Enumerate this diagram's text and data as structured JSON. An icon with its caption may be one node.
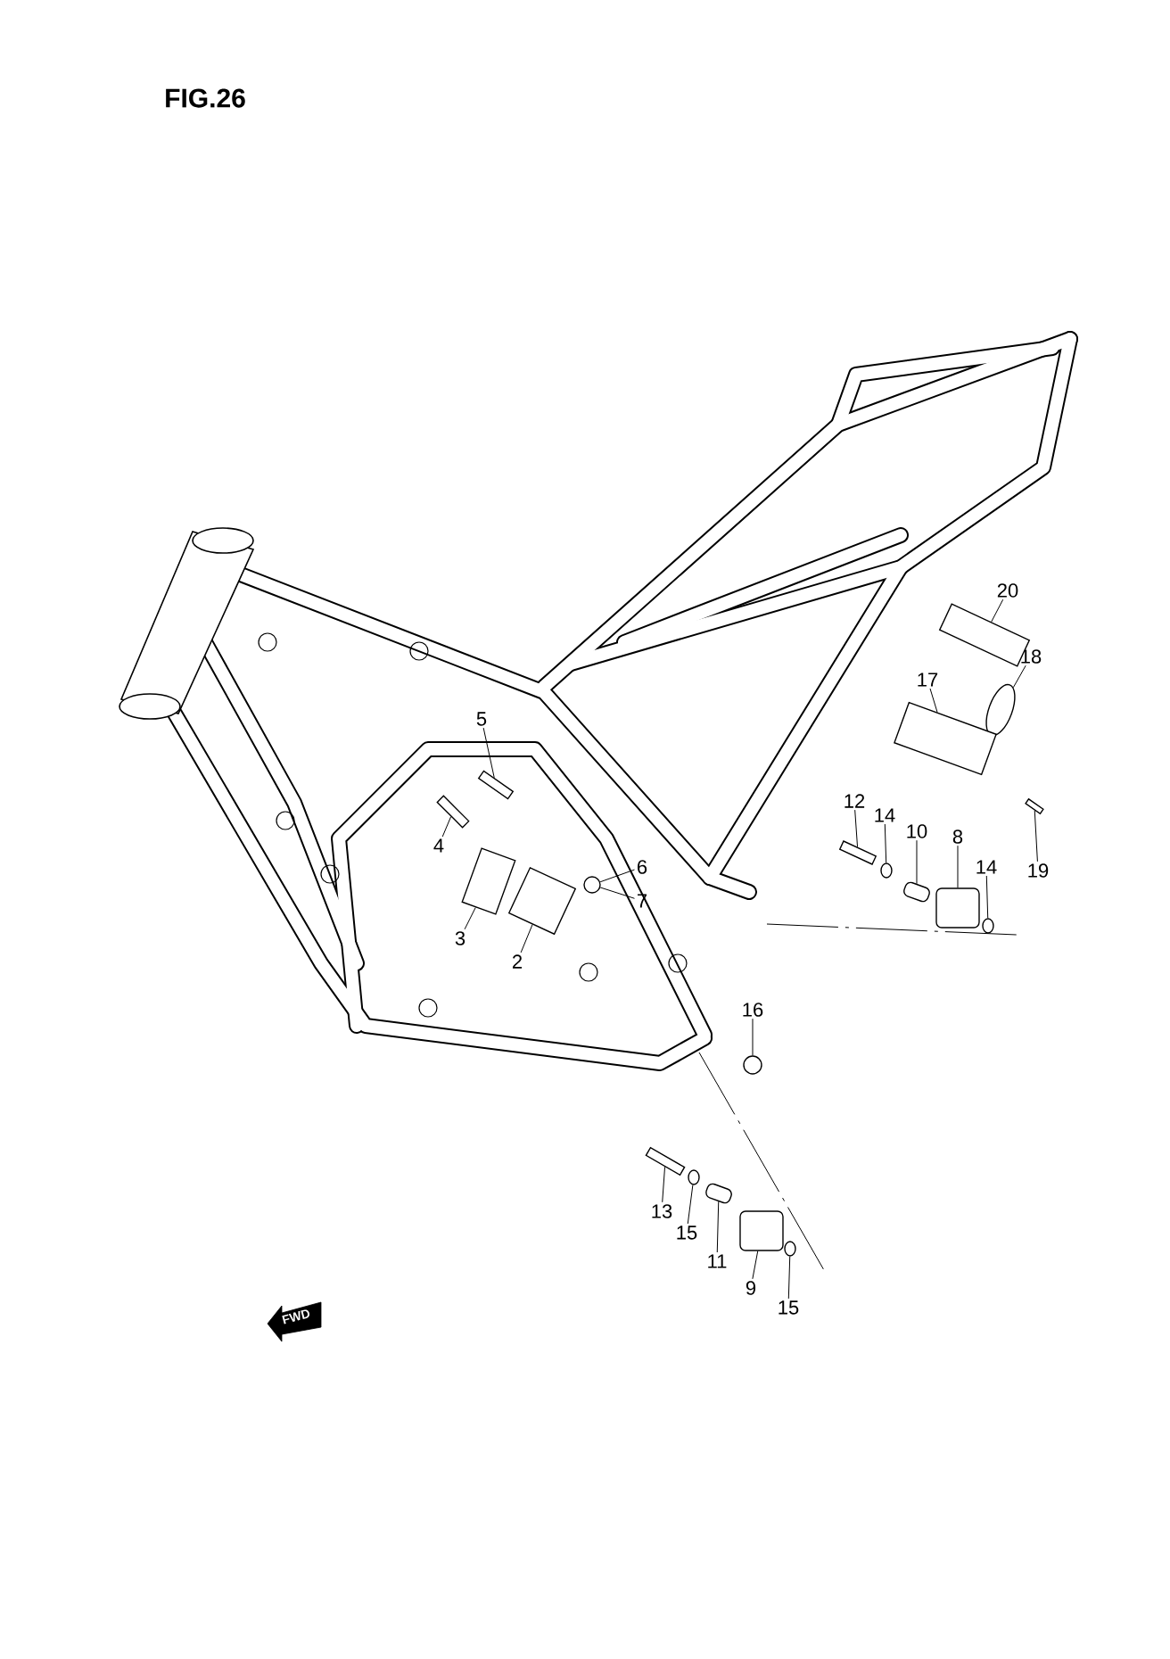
{
  "diagram": {
    "nodes": [
      {
        "text": [
          "20"
        ]
      },
      {
        "text": [
          "18"
        ]
      },
      {
        "text": [
          "17"
        ]
      },
      {
        "text": [
          "5"
        ]
      },
      {
        "text": [
          "12"
        ]
      },
      {
        "text": [
          "14"
        ]
      },
      {
        "text": [
          "10"
        ]
      },
      {
        "text": [
          "8"
        ]
      },
      {
        "text": [
          "4"
        ]
      },
      {
        "text": [
          "6"
        ]
      },
      {
        "text": [
          "19"
        ]
      },
      {
        "text": [
          "14"
        ]
      },
      {
        "text": [
          "7"
        ]
      },
      {
        "text": [
          "3"
        ]
      },
      {
        "text": [
          "2"
        ]
      },
      {
        "text": [
          "16"
        ]
      },
      {
        "text": [
          "13"
        ]
      },
      {
        "text": [
          "15"
        ]
      },
      {
        "text": [
          "11"
        ]
      },
      {
        "text": [
          "9"
        ]
      },
      {
        "text": [
          "15"
        ]
      },
      {
        "text": [],
        "shape": "box"
      },
      {
        "text": [],
        "shape": "circle"
      },
      {
        "text": [],
        "shape": "box"
      },
      {
        "text": [],
        "shape": "bolt"
      },
      {
        "text": [],
        "shape": "bolt"
      },
      {
        "text": [],
        "shape": "circle"
      },
      {
        "text": [],
        "shape": "cylinder"
      },
      {
        "text": [],
        "shape": "cylinder"
      },
      {
        "text": [],
        "shape": "bolt"
      },
      {
        "text": [],
        "shape": "circle"
      },
      {
        "text": [],
        "shape": "bolt"
      },
      {
        "text": [],
        "shape": "circle"
      },
      {
        "text": [],
        "shape": "box"
      },
      {
        "text": [],
        "shape": "box"
      },
      {
        "text": [],
        "shape": "circle"
      },
      {
        "text": [],
        "shape": "bolt"
      },
      {
        "text": [],
        "shape": "circle"
      },
      {
        "text": [],
        "shape": "cylinder"
      },
      {
        "text": [],
        "shape": "cylinder"
      },
      {
        "text": [],
        "shape": "circle"
      }
    ],
    "edges": [
      {
        "from": 0,
        "to": 21,
        "arrow": "none"
      },
      {
        "from": 1,
        "to": 22,
        "arrow": "none"
      },
      {
        "from": 2,
        "to": 23,
        "arrow": "none"
      },
      {
        "from": 3,
        "to": 24,
        "arrow": "none"
      },
      {
        "from": 4,
        "to": 25,
        "arrow": "none"
      },
      {
        "from": 5,
        "to": 26,
        "arrow": "none"
      },
      {
        "from": 6,
        "to": 27,
        "arrow": "none"
      },
      {
        "from": 7,
        "to": 28,
        "arrow": "none"
      },
      {
        "from": 8,
        "to": 29,
        "arrow": "none"
      },
      {
        "from": 9,
        "to": 30,
        "arrow": "none"
      },
      {
        "from": 10,
        "to": 31,
        "arrow": "none"
      },
      {
        "from": 11,
        "to": 32,
        "arrow": "none"
      },
      {
        "from": 12,
        "to": 30,
        "arrow": "none"
      },
      {
        "from": 13,
        "to": 33,
        "arrow": "none"
      },
      {
        "from": 14,
        "to": 34,
        "arrow": "none"
      },
      {
        "from": 15,
        "to": 35,
        "arrow": "none"
      },
      {
        "from": 16,
        "to": 36,
        "arrow": "none"
      },
      {
        "from": 17,
        "to": 37,
        "arrow": "none"
      },
      {
        "from": 18,
        "to": 38,
        "arrow": "none"
      },
      {
        "from": 19,
        "to": 39,
        "arrow": "none"
      },
      {
        "from": 20,
        "to": 40,
        "arrow": "none"
      }
    ],
    "labels": [
      "FIG.26",
      "FWD"
    ]
  }
}
